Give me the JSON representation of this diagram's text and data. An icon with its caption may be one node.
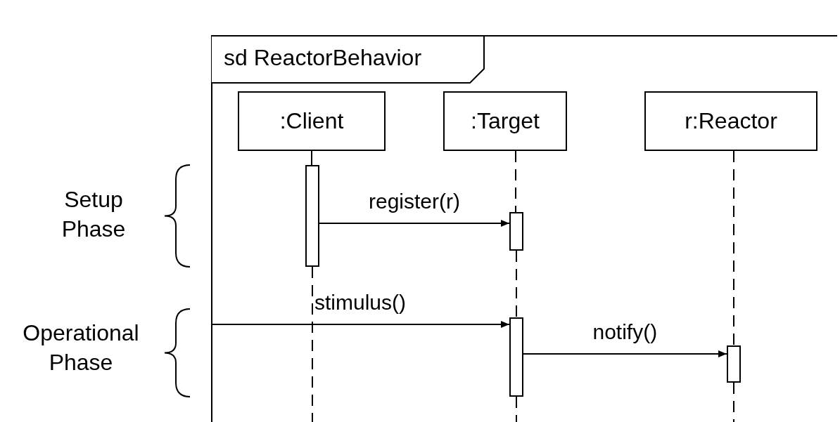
{
  "diagram": {
    "nodes": [
      {
        "text": [
          "sd ReactorBehavior"
        ]
      },
      {
        "text": [
          ":Client"
        ],
        "in": 0
      },
      {
        "text": [
          ":Target"
        ],
        "in": 0
      },
      {
        "text": [
          "r:Reactor"
        ],
        "in": 0
      },
      {
        "text": [],
        "shape": "bar",
        "in": 0
      },
      {
        "text": [],
        "shape": "bar",
        "in": 0
      },
      {
        "text": [],
        "shape": "bar",
        "in": 0
      },
      {
        "text": [],
        "shape": "bar",
        "in": 0
      }
    ],
    "edges": [
      {
        "from": 4,
        "to": 5,
        "arrow": "to",
        "label": "register(r)"
      },
      {
        "from": null,
        "to": 6,
        "arrow": "to",
        "label": "stimulus()"
      },
      {
        "from": 6,
        "to": 7,
        "arrow": "to",
        "label": "notify()"
      },
      {
        "from": 1,
        "to": 4,
        "arrow": "none"
      },
      {
        "from": 4,
        "to": null,
        "arrow": "none",
        "style": "dashed"
      },
      {
        "from": 2,
        "to": 5,
        "arrow": "none",
        "style": "dashed"
      },
      {
        "from": 5,
        "to": 6,
        "arrow": "none",
        "style": "dashed"
      },
      {
        "from": 6,
        "to": null,
        "arrow": "none",
        "style": "dashed"
      },
      {
        "from": 3,
        "to": 7,
        "arrow": "none",
        "style": "dashed"
      },
      {
        "from": 7,
        "to": null,
        "arrow": "none",
        "style": "dashed"
      }
    ],
    "labels": [
      "Setup Phase",
      "Operational Phase"
    ]
  }
}
